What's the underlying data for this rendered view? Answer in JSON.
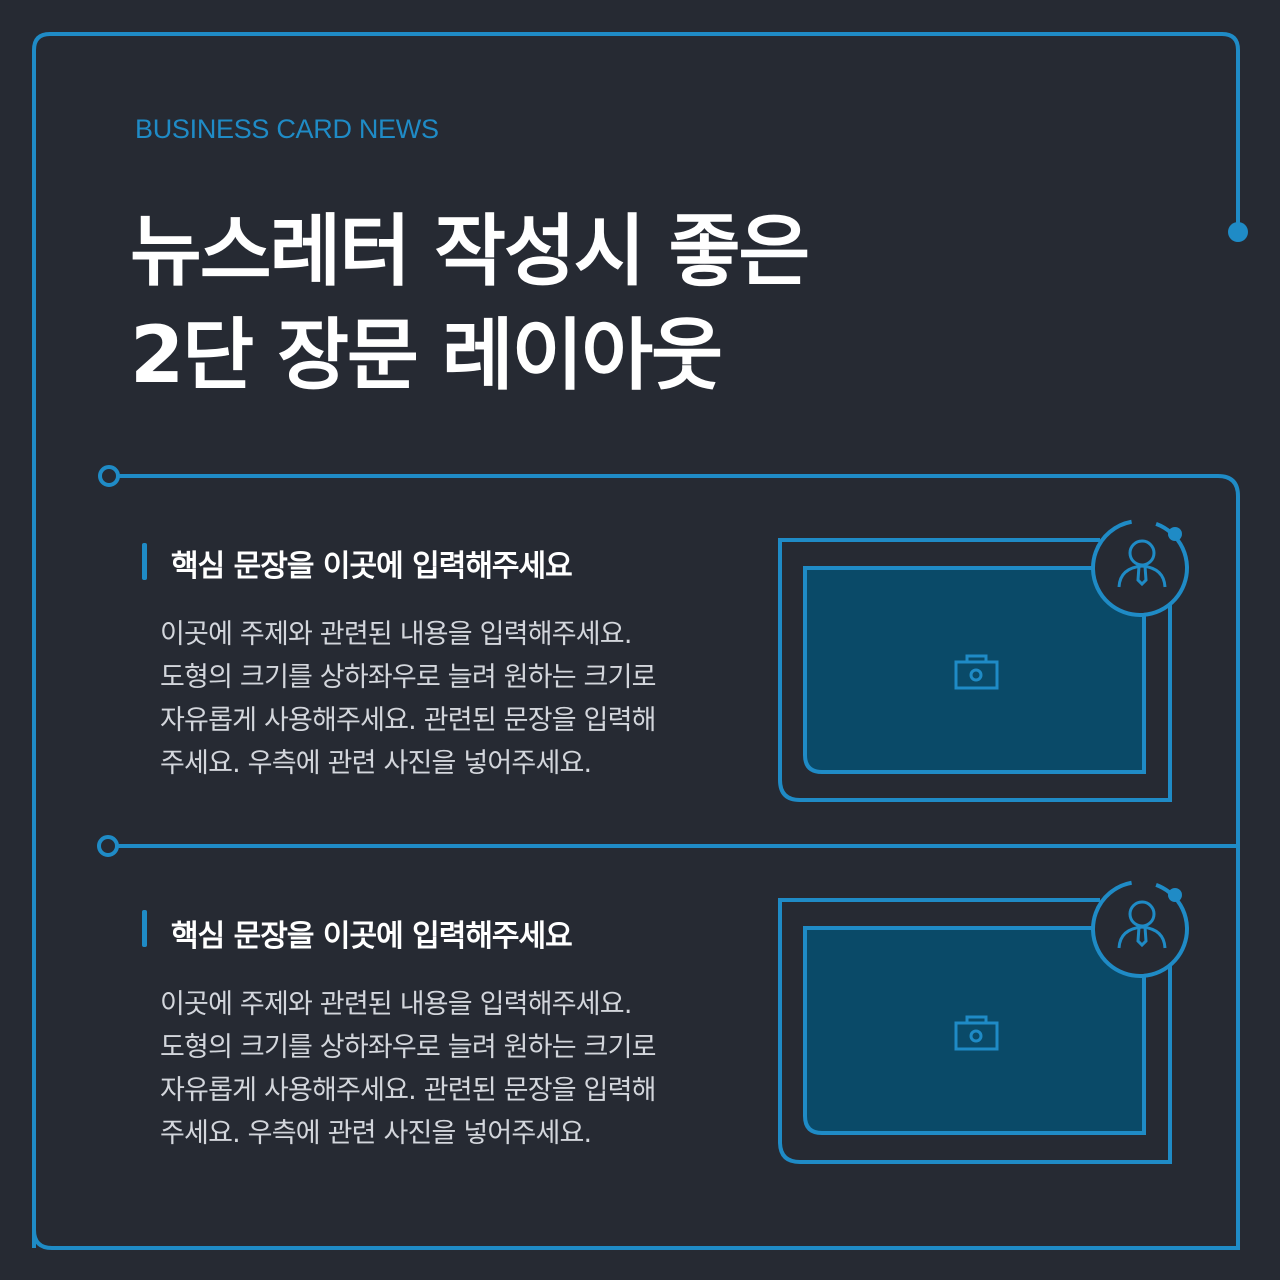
{
  "header": {
    "kicker": "BUSINESS CARD NEWS",
    "title_lines": [
      "뉴스레터 작성시 좋은",
      "2단 장문 레이아웃"
    ]
  },
  "sections": [
    {
      "heading": "핵심 문장을 이곳에 입력해주세요",
      "body_lines": [
        "이곳에 주제와 관련된 내용을 입력해주세요.",
        "도형의 크기를 상하좌우로 늘려 원하는 크기로",
        "자유롭게 사용해주세요. 관련된 문장을 입력해",
        "주세요. 우측에 관련 사진을 넣어주세요."
      ],
      "image_icon": "camera-icon",
      "badge_icon": "businessman-icon"
    },
    {
      "heading": "핵심 문장을 이곳에 입력해주세요",
      "body_lines": [
        "이곳에 주제와 관련된 내용을 입력해주세요.",
        "도형의 크기를 상하좌우로 늘려 원하는 크기로",
        "자유롭게 사용해주세요. 관련된 문장을 입력해",
        "주세요. 우측에 관련 사진을 넣어주세요."
      ],
      "image_icon": "camera-icon",
      "badge_icon": "businessman-icon"
    }
  ],
  "colors": {
    "background": "#262a33",
    "accent": "#1f8bc6",
    "image_fill": "#0a4a68",
    "title_text": "#ffffff",
    "body_text": "#d3d6dc"
  }
}
